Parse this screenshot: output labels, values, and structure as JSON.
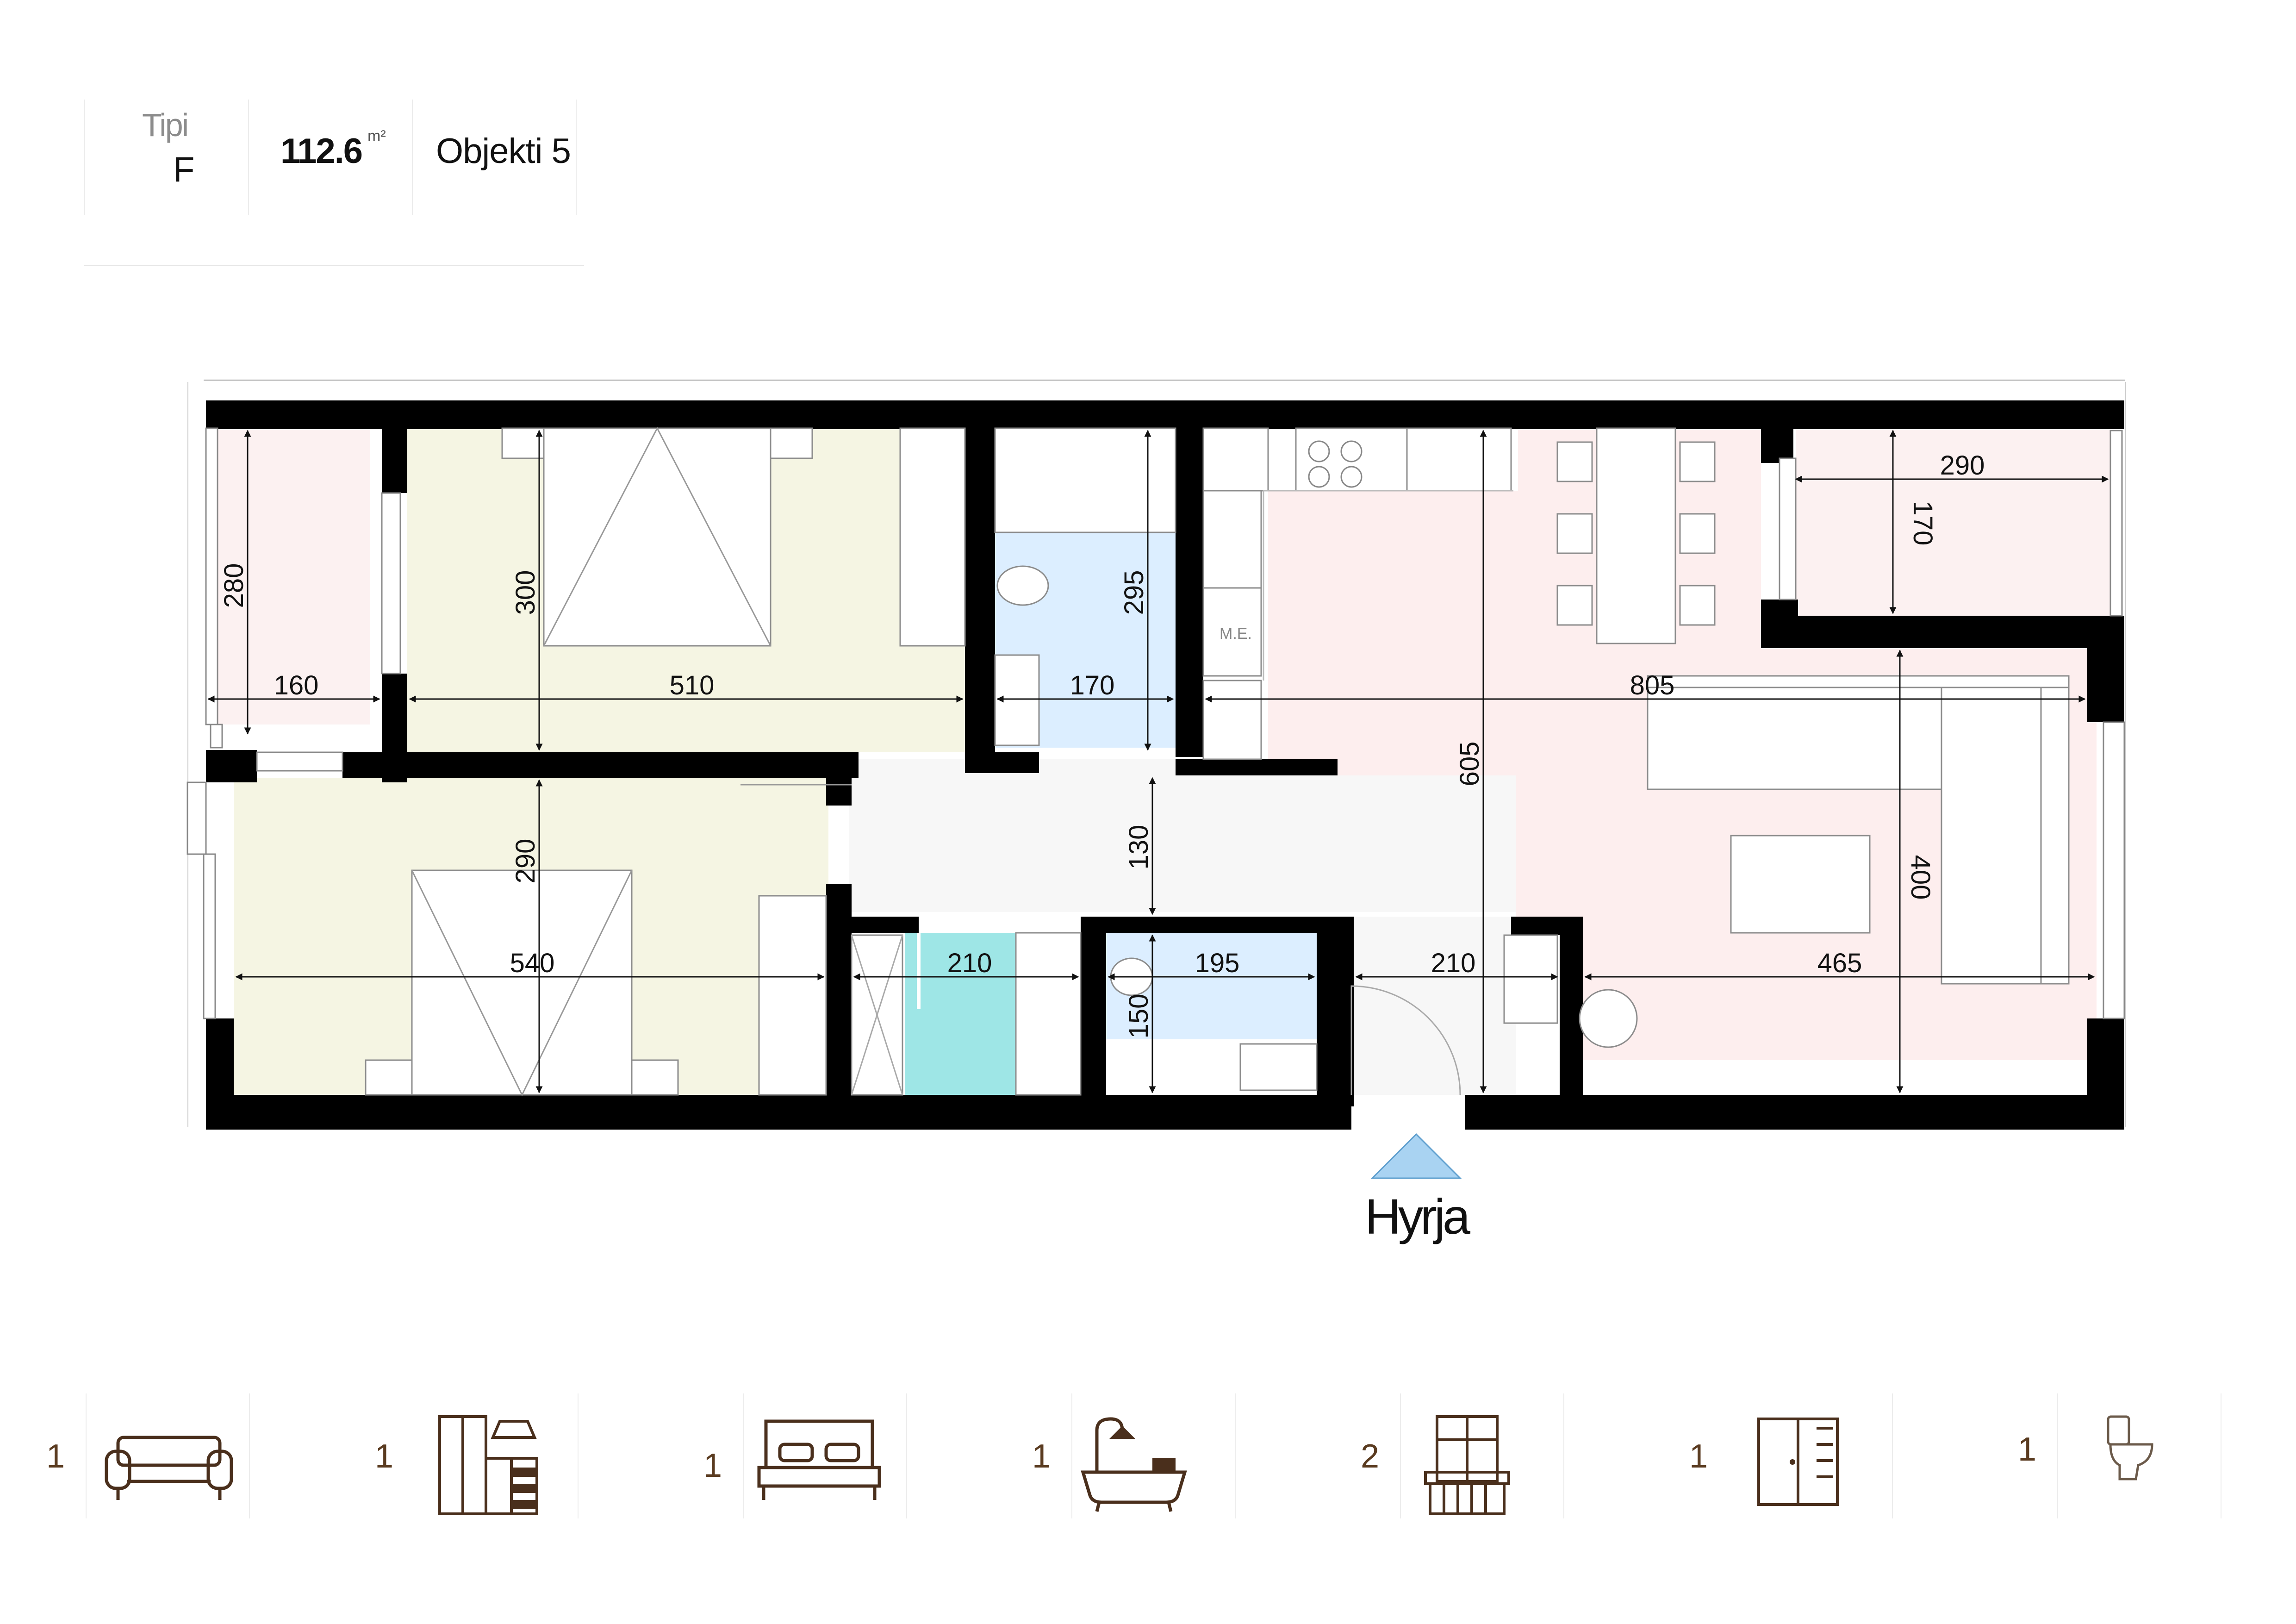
{
  "header": {
    "type_label": "Tipi",
    "type_value": "F",
    "area_value": "112.6",
    "area_unit": "m²",
    "building": "Objekti 5"
  },
  "plan": {
    "entrance_label": "Hyrja",
    "meter_label": "M.E.",
    "room_colors": {
      "bedroom": "#f5f5e3",
      "living": "#fdeeee",
      "balcony": "#fcf1f1",
      "bathroom": "#dceeff",
      "shower": "#9ee6e6",
      "hall": "#f7f7f7",
      "wall": "#000000"
    },
    "dimensions": {
      "balcony_left_height": "280",
      "balcony_left_width": "160",
      "bedroom1_height": "300",
      "bedroom1_width": "510",
      "bath1_height": "295",
      "bath1_width": "170",
      "kitchen_height": "605",
      "living_width": "805",
      "balcony_right_width": "290",
      "balcony_right_height": "170",
      "bedroom2_height": "290",
      "bedroom2_width": "540",
      "hall_height": "130",
      "closet_width": "210",
      "wc_width": "195",
      "wc_height": "150",
      "entry_width": "210",
      "living_height": "400",
      "living_lower_width": "465"
    }
  },
  "features": [
    {
      "count": "1",
      "icon": "sofa-icon"
    },
    {
      "count": "1",
      "icon": "kitchen-icon"
    },
    {
      "count": "1",
      "icon": "bed-icon"
    },
    {
      "count": "1",
      "icon": "bathtub-icon"
    },
    {
      "count": "2",
      "icon": "balcony-icon"
    },
    {
      "count": "1",
      "icon": "wardrobe-icon"
    },
    {
      "count": "1",
      "icon": "toilet-icon"
    }
  ]
}
